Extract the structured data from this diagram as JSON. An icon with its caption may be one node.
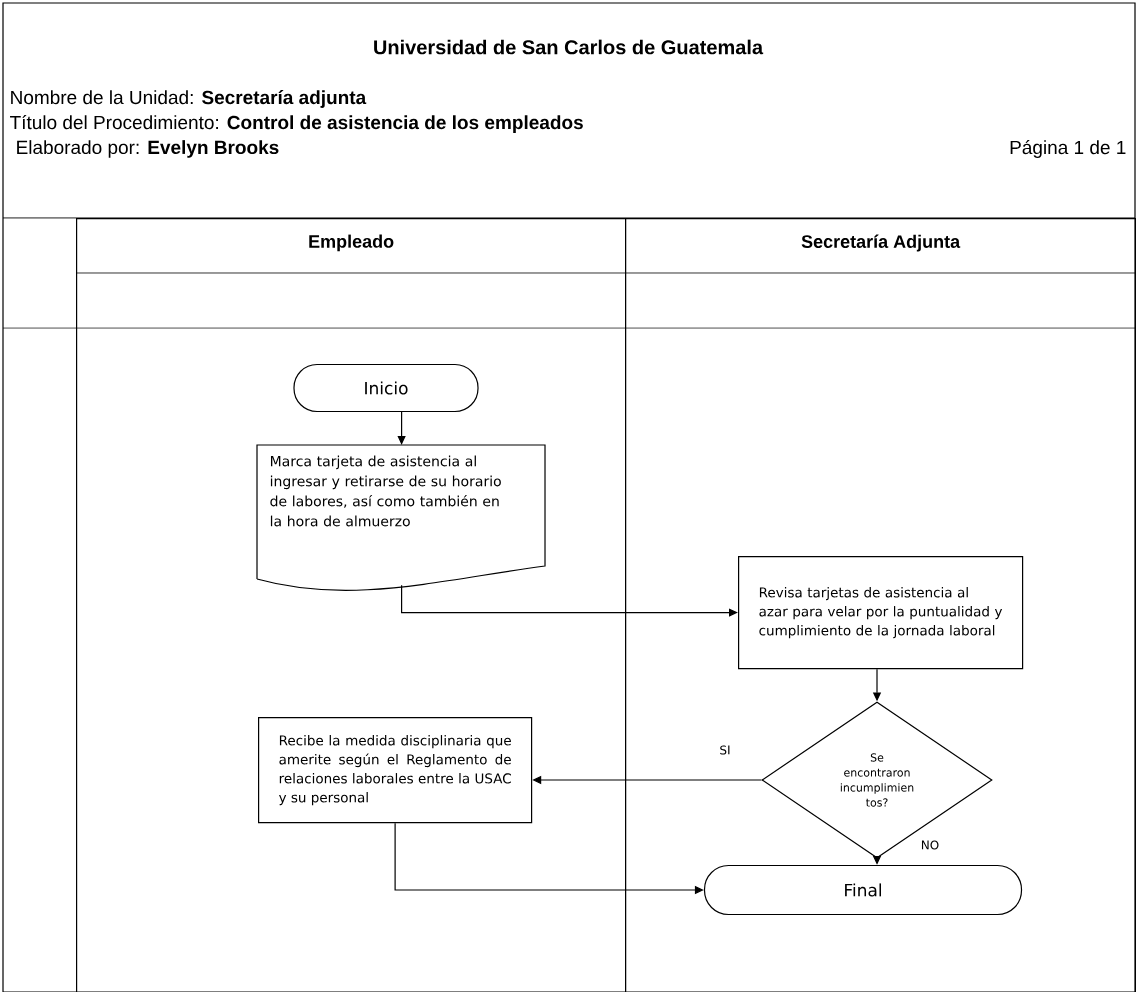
{
  "diagram": {
    "title": "Universidad de San Carlos de Guatemala",
    "nodes": [
      {
        "text": [
          "Empleado"
        ]
      },
      {
        "text": [
          "Secretaría Adjunta"
        ]
      },
      {
        "text": [
          "Inicio"
        ],
        "in": 0
      },
      {
        "text": [
          "Marca tarjeta de asistencia al ingresar y retirarse de su horario de labores, así como también en la hora de almuerzo"
        ],
        "in": 0
      },
      {
        "text": [
          "Revisa tarjetas de asistencia al azar para velar por la puntualidad y cumplimiento de la jornada laboral"
        ],
        "in": 1
      },
      {
        "text": [
          "Se encontraron incumplimien tos?"
        ],
        "in": 1
      },
      {
        "text": [
          "Recibe la medida disciplinaria que amerite según el Reglamento de relaciones laborales entre la USAC y su personal"
        ],
        "in": 0
      },
      {
        "text": [
          "Final"
        ],
        "in": 1
      }
    ],
    "edges": [
      {
        "from": 2,
        "to": 3,
        "arrow": "to"
      },
      {
        "from": 3,
        "to": 4,
        "arrow": "to"
      },
      {
        "from": 4,
        "to": 5,
        "arrow": "to"
      },
      {
        "from": 5,
        "to": 6,
        "arrow": "to",
        "label": "SI"
      },
      {
        "from": 5,
        "to": 7,
        "arrow": "to",
        "label": "NO"
      },
      {
        "from": 6,
        "to": 7,
        "arrow": "to"
      }
    ],
    "labels": [
      "Nombre de la Unidad: **Secretaría adjunta**",
      "Título del Procedimiento: **Control de asistencia de los empleados**",
      "Elaborado por: **Evelyn Brooks**",
      "Página 1 de 1"
    ]
  }
}
